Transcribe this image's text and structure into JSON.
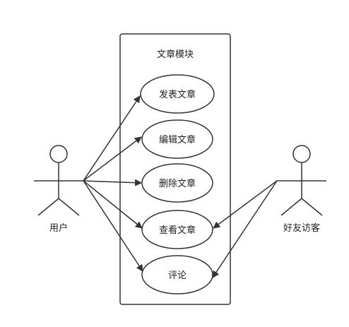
{
  "system": {
    "title": "文章模块"
  },
  "actors": {
    "user": {
      "label": "用户"
    },
    "visitor": {
      "label": "好友访客"
    }
  },
  "use_cases": {
    "publish": {
      "label": "发表文章"
    },
    "edit": {
      "label": "编辑文章"
    },
    "delete": {
      "label": "删除文章"
    },
    "view": {
      "label": "查看文章"
    },
    "comment": {
      "label": "评论"
    }
  },
  "associations": [
    {
      "from": "用户",
      "to": "发表文章"
    },
    {
      "from": "用户",
      "to": "编辑文章"
    },
    {
      "from": "用户",
      "to": "删除文章"
    },
    {
      "from": "用户",
      "to": "查看文章"
    },
    {
      "from": "用户",
      "to": "评论"
    },
    {
      "from": "好友访客",
      "to": "查看文章"
    },
    {
      "from": "好友访客",
      "to": "评论"
    }
  ],
  "colors": {
    "stroke": "#333333",
    "text": "#222222",
    "background": "#ffffff"
  }
}
